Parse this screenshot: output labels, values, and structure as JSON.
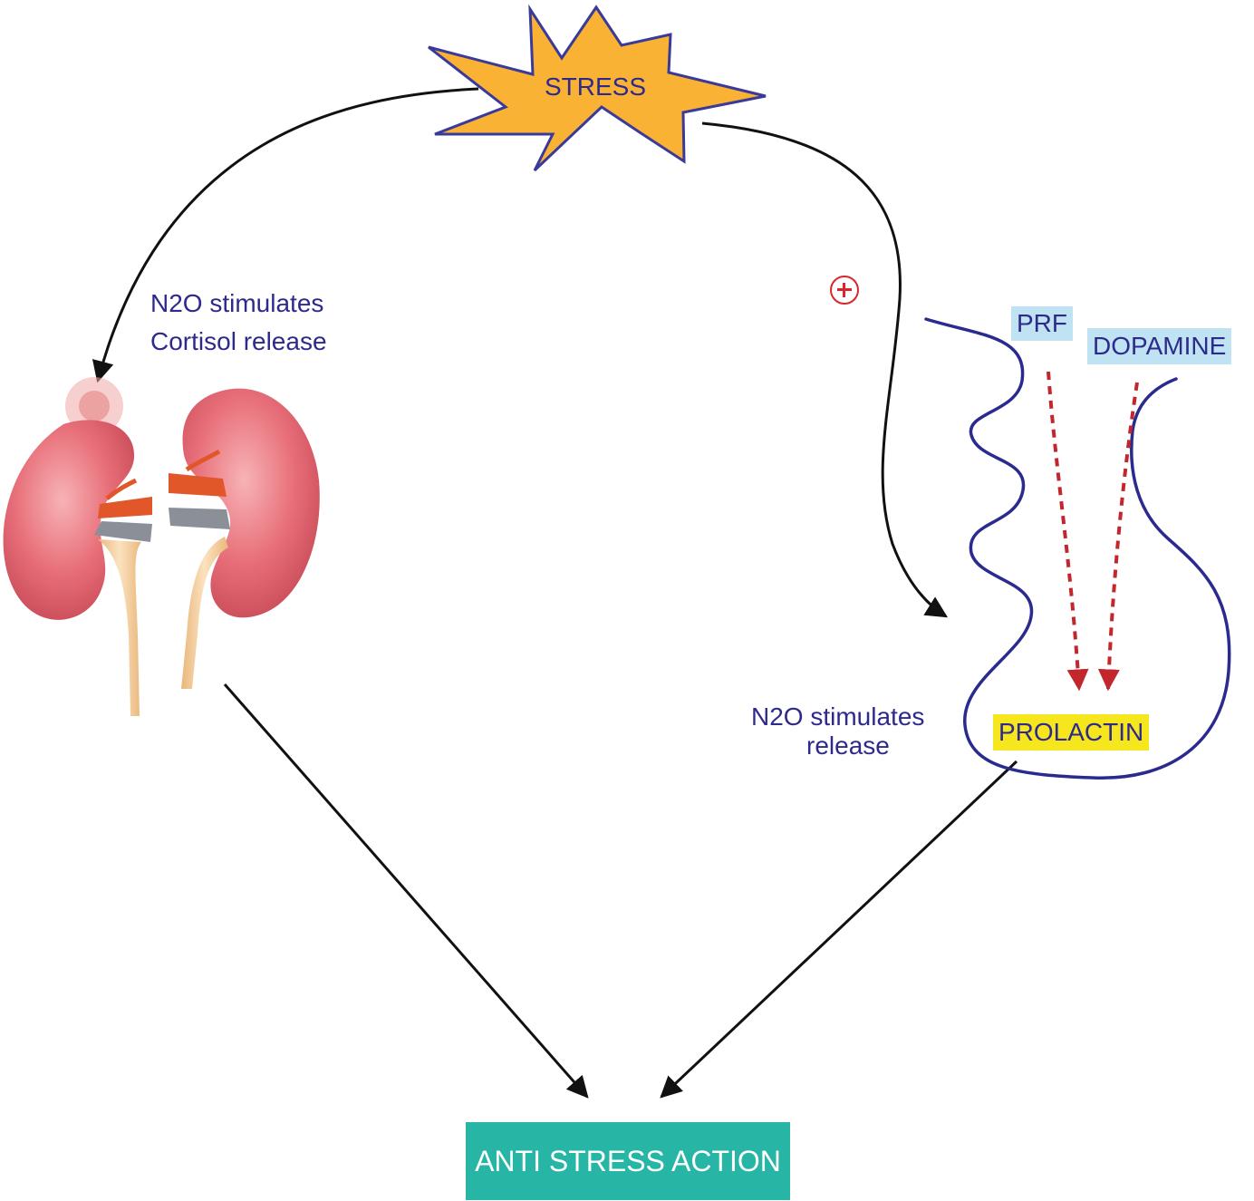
{
  "nodes": {
    "stress": "STRESS",
    "cortisol_note": [
      "N2O stimulates",
      "Cortisol release"
    ],
    "prolactin_note": [
      "N2O stimulates",
      "release"
    ],
    "prf": "PRF",
    "dopamine": "DOPAMINE",
    "prolactin": "PROLACTIN",
    "anti_stress": "ANTI STRESS ACTION"
  },
  "colors": {
    "stress_fill": "#f9b233",
    "stress_outline": "#3a3a9a",
    "text": "#2e2a8c",
    "pituitary_outline": "#2b2a8e",
    "dashed_arrows": "#c1272d",
    "plus_sign": "#d8262b",
    "prf_dopamine_bg": "#bfe3f3",
    "prolactin_bg": "#f6e61e",
    "anti_stress_bg": "#27b5a6",
    "kidney": "#e8707a"
  },
  "icons": {
    "plus_sign": "plus-circle-icon",
    "kidneys": "kidneys-icon"
  }
}
